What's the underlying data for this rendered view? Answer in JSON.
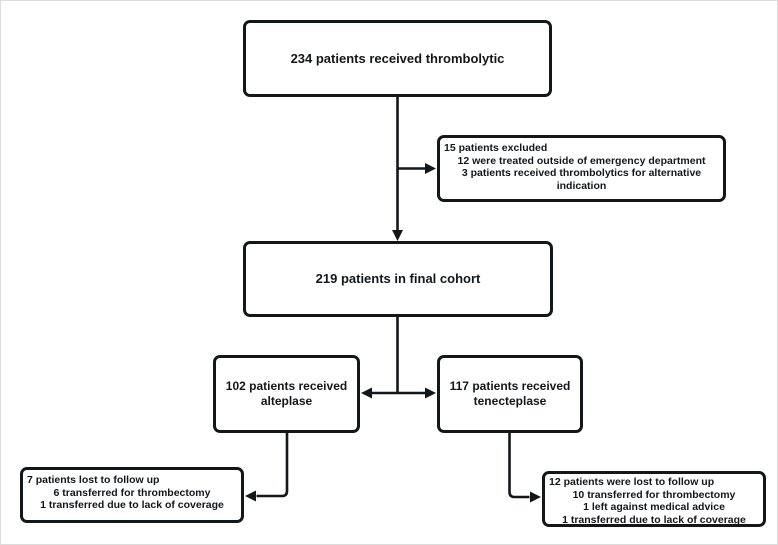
{
  "diagram": {
    "type": "patient-flowchart",
    "colors": {
      "ink": "#14171a",
      "background": "#ffffff"
    },
    "nodes": {
      "top": {
        "label": "234 patients received thrombolytic"
      },
      "excluded": {
        "lines": [
          "15 patients excluded",
          "12 were treated outside of emergency department",
          "3 patients received thrombolytics for alternative indication"
        ]
      },
      "cohort": {
        "label": "219 patients in final cohort"
      },
      "alteplase": {
        "lines": [
          "102 patients received",
          "alteplase"
        ]
      },
      "tenecteplase": {
        "lines": [
          "117 patients received",
          "tenecteplase"
        ]
      },
      "alteplase_lost": {
        "lines": [
          "7 patients lost to follow up",
          "6 transferred for thrombectomy",
          "1 transferred due to lack of coverage"
        ]
      },
      "tenecteplase_lost": {
        "lines": [
          "12 patients were lost to follow up",
          "10 transferred for thrombectomy",
          "1 left against medical advice",
          "1 transferred due to lack of coverage"
        ]
      }
    }
  }
}
